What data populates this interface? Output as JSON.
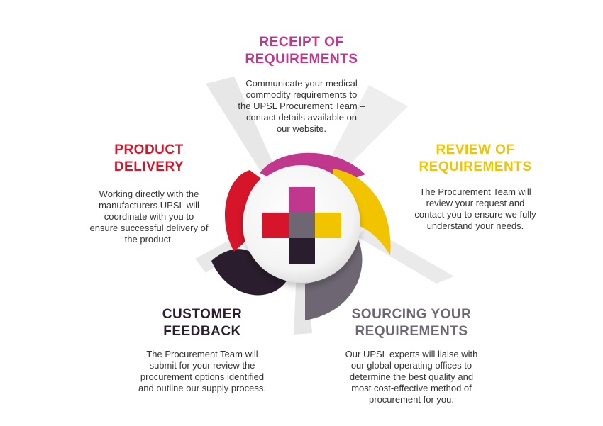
{
  "colors": {
    "magenta": "#c2378e",
    "yellow": "#f2c400",
    "red": "#d7152a",
    "gray": "#6e6672",
    "dark": "#2a1d2d"
  },
  "steps": {
    "receipt": {
      "title": "RECEIPT OF\nREQUIREMENTS",
      "desc": "Communicate your medical\ncommodity requirements to\nthe UPSL Procurement Team –\ncontact details available on\nour website."
    },
    "review": {
      "title": "REVIEW OF\nREQUIREMENTS",
      "desc": "The Procurement Team will\nreview your request and\ncontact you to ensure we fully\nunderstand your needs."
    },
    "sourcing": {
      "title": "SOURCING YOUR\nREQUIREMENTS",
      "desc": "Our UPSL experts will liaise with\nour global operating offices to\ndetermine the best quality and\nmost cost-effective method of\nprocurement for you."
    },
    "feedback": {
      "title": "CUSTOMER\nFEEDBACK",
      "desc": "The Procurement Team will\nsubmit for your review the\nprocurement options identified\nand outline our supply process."
    },
    "delivery": {
      "title": "PRODUCT\nDELIVERY",
      "desc": "Working directly with the\nmanufacturers UPSL will\ncoordinate with you to\nensure successful delivery of\nthe product."
    }
  }
}
